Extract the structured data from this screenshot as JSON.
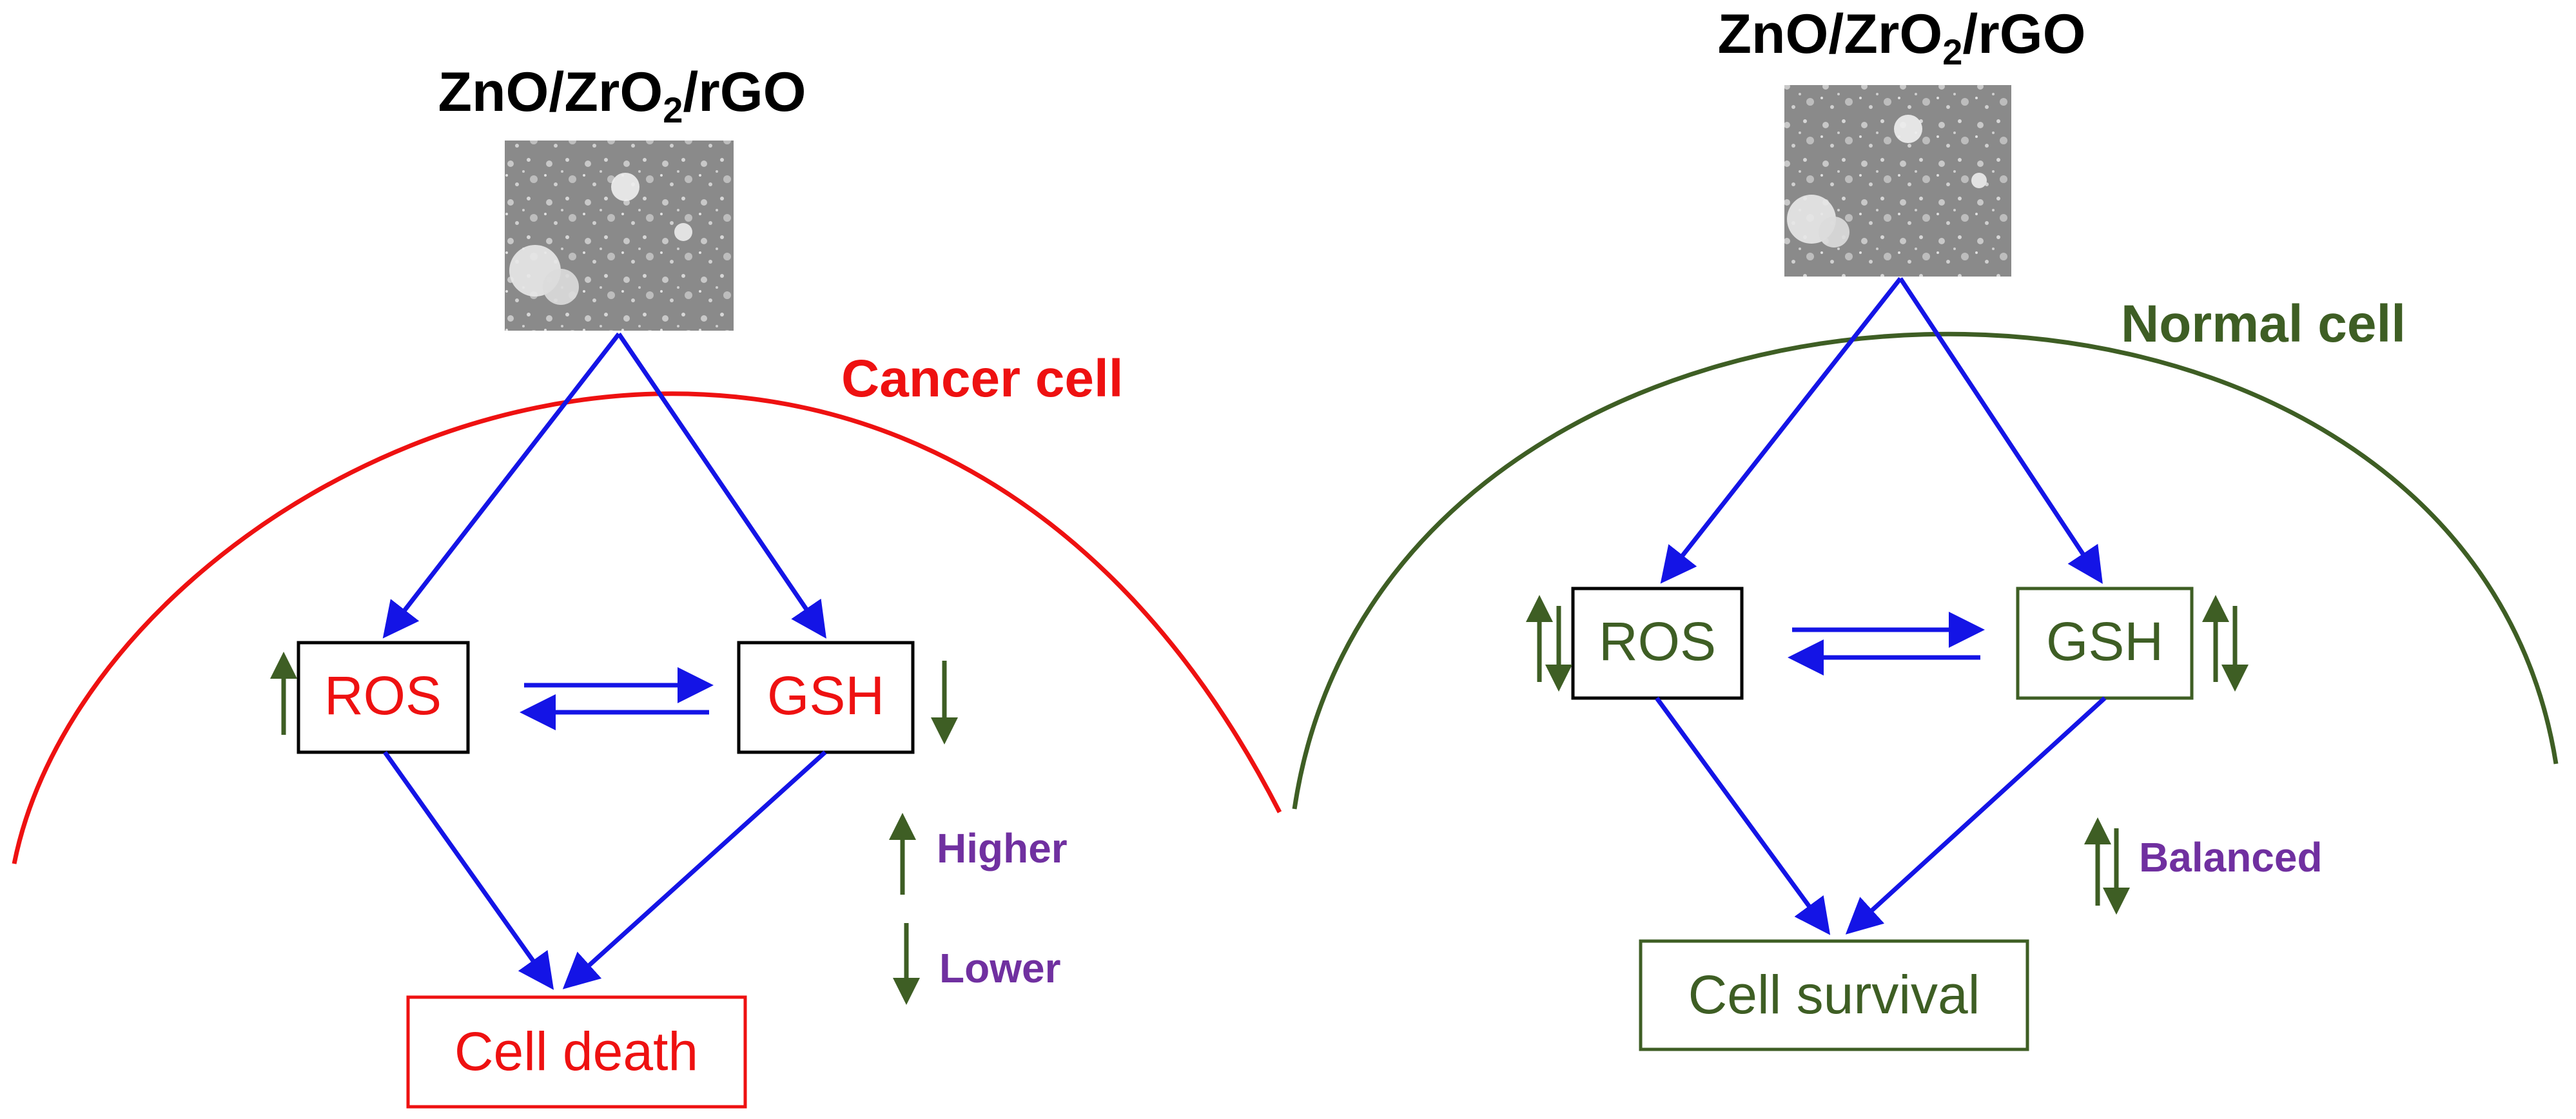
{
  "colors": {
    "cancer": "#ee1111",
    "normal": "#3e5e24",
    "arrow_blue": "#1414e6",
    "legend_purple": "#7030a0",
    "arrow_green": "#3e5e24",
    "black": "#000000"
  },
  "left_panel": {
    "material_label_main": "ZnO/ZrO",
    "material_label_sub": "2",
    "material_label_tail": "/rGO",
    "cell_label": "Cancer cell",
    "ros_label": "ROS",
    "gsh_label": "GSH",
    "outcome_label": "Cell death",
    "ros_indicator": "up-arrow-icon",
    "gsh_indicator": "down-arrow-icon"
  },
  "right_panel": {
    "material_label_main": "ZnO/ZrO",
    "material_label_sub": "2",
    "material_label_tail": "/rGO",
    "cell_label": "Normal cell",
    "ros_label": "ROS",
    "gsh_label": "GSH",
    "outcome_label": "Cell survival",
    "ros_indicator": "up-down-arrows-icon",
    "gsh_indicator": "up-down-arrows-icon"
  },
  "legend": {
    "higher_label": "Higher",
    "lower_label": "Lower",
    "balanced_label": "Balanced"
  }
}
